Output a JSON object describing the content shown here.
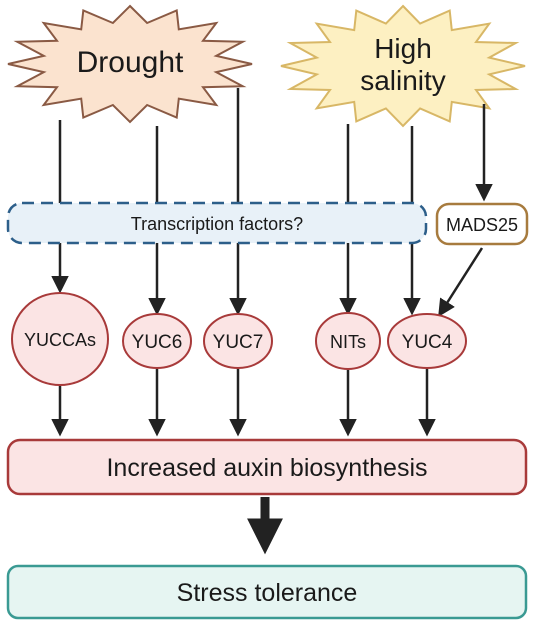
{
  "stimuli": {
    "drought": "Drought",
    "high_salinity_line1": "High",
    "high_salinity_line2": "salinity"
  },
  "transcription_factors": "Transcription factors?",
  "mads25": "MADS25",
  "genes": {
    "yuccas": "YUCCAs",
    "yuc6": "YUC6",
    "yuc7": "YUC7",
    "nits": "NITs",
    "yuc4": "YUC4"
  },
  "auxin_box": "Increased auxin biosynthesis",
  "tolerance_box": "Stress tolerance",
  "colors": {
    "drought_fill": "#fbe3cf",
    "drought_stroke": "#8a5a44",
    "salinity_fill": "#fdf0c2",
    "salinity_stroke": "#d8b766",
    "tf_fill": "#e8f1f8",
    "tf_stroke": "#2d5f8a",
    "mads_stroke": "#a77b3e",
    "gene_fill": "#fbe4e4",
    "gene_stroke": "#a83a3a",
    "tolerance_fill": "#e6f5f2",
    "tolerance_stroke": "#3a9a93",
    "arrow": "#222222"
  }
}
